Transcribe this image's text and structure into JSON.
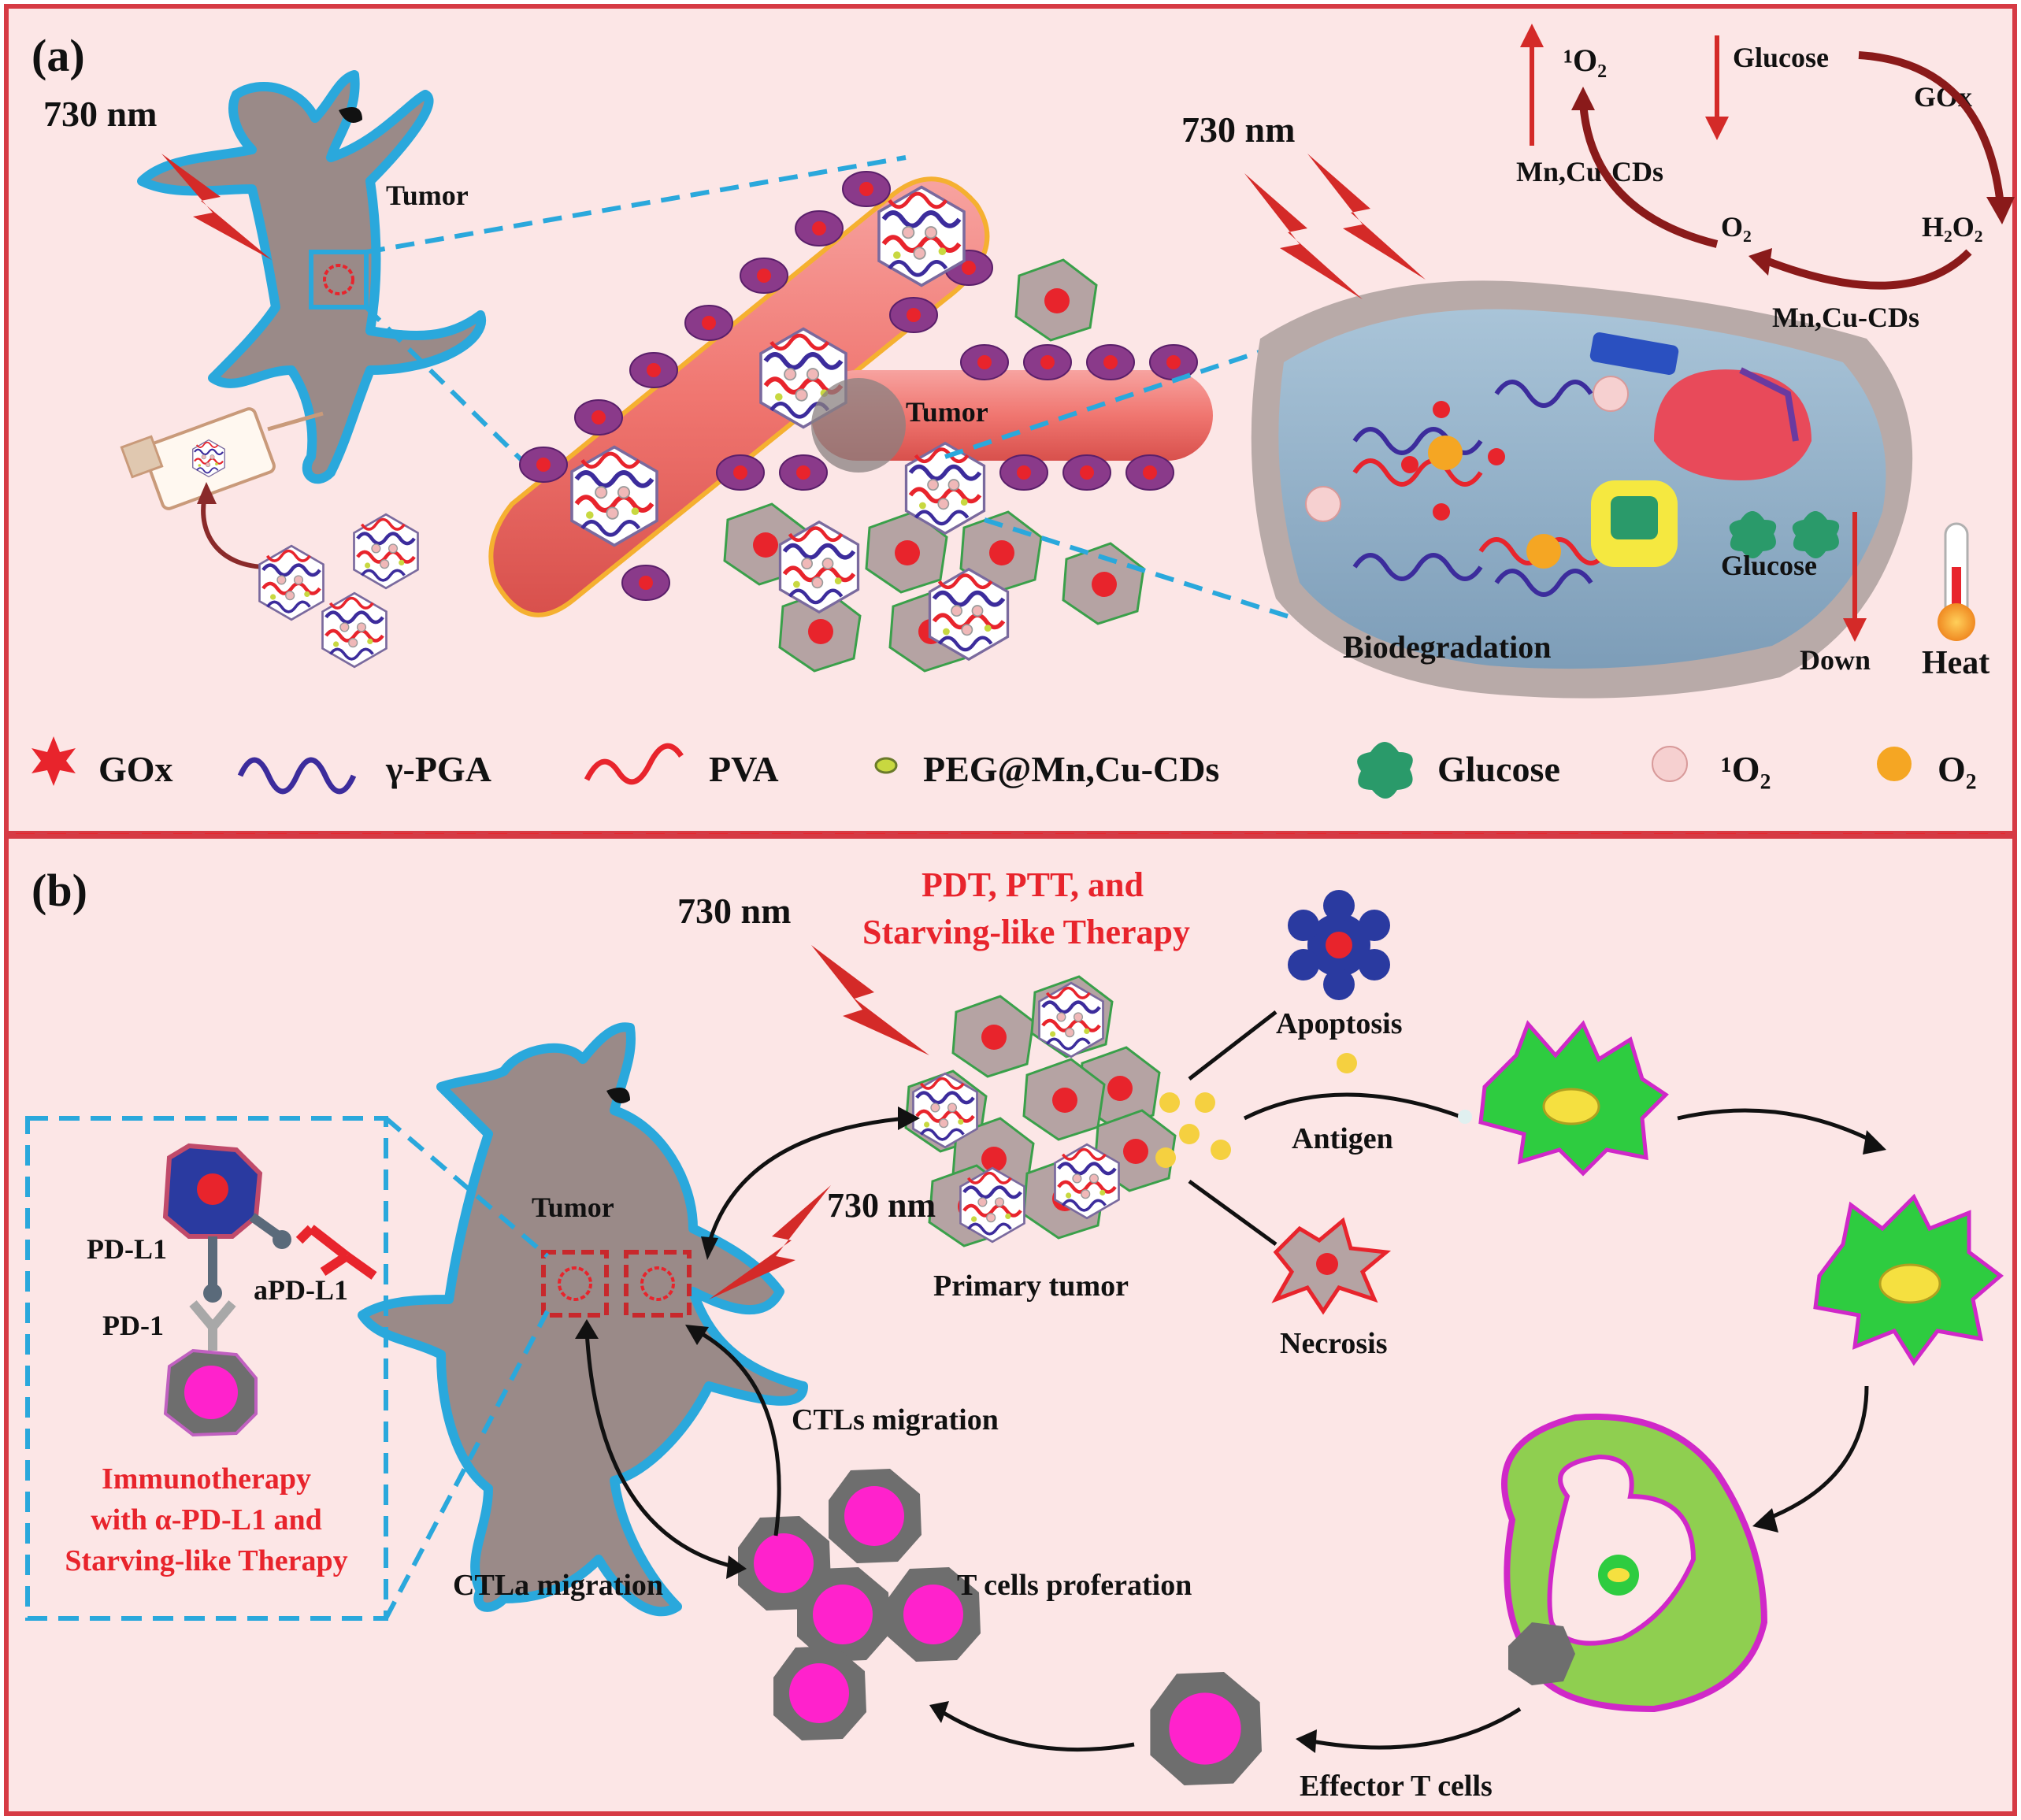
{
  "panel_a": {
    "label": "(a)",
    "wavelength_left": "730 nm",
    "wavelength_cell": "730 nm",
    "tumor_label_mouse": "Tumor",
    "tumor_label_vessel": "Tumor",
    "biodegradation": "Biodegradation",
    "cell_glucose": "Glucose",
    "down": "Down",
    "heat": "Heat",
    "reaction": {
      "singlet_oxygen": "¹O₂",
      "glucose": "Glucose",
      "gox": "GOx",
      "catalyst_top": "Mn,Cu-CDs",
      "oxygen": "O₂",
      "hydrogen_peroxide": "H₂O₂",
      "catalyst_bottom": "Mn,Cu-CDs"
    },
    "legend": [
      {
        "icon": "gox-icon",
        "label": "GOx"
      },
      {
        "icon": "pga-icon",
        "label": "γ-PGA"
      },
      {
        "icon": "pva-icon",
        "label": "PVA"
      },
      {
        "icon": "cds-icon",
        "label": "PEG@Mn,Cu-CDs"
      },
      {
        "icon": "glucose-icon",
        "label": "Glucose"
      },
      {
        "icon": "singlet-oxygen-icon",
        "label": "¹O₂"
      },
      {
        "icon": "oxygen-icon",
        "label": "O₂"
      }
    ]
  },
  "panel_b": {
    "label": "(b)",
    "therapy_line1": "PDT, PTT, and",
    "therapy_line2": "Starving-like Therapy",
    "wavelength_top": "730 nm",
    "wavelength_mouse": "730 nm",
    "apoptosis": "Apoptosis",
    "antigen": "Antigen",
    "necrosis": "Necrosis",
    "primary_tumor": "Primary tumor",
    "tumor": "Tumor",
    "ctls_migration": "CTLs migration",
    "ctla_migration": "CTLa migration",
    "t_cells": "T cells proferation",
    "effector": "Effector T cells",
    "inset": {
      "pdl1": "PD-L1",
      "apdl1": "aPD-L1",
      "pd1": "PD-1",
      "caption_line1": "Immunotherapy",
      "caption_line2": "with α-PD-L1 and",
      "caption_line3": "Starving-like Therapy"
    }
  },
  "colors": {
    "background": "#fce6e6",
    "frame": "#d63a44",
    "mouse_body": "#9a8a88",
    "mouse_outline": "#2aa8dc",
    "dashed_blue": "#2aa8dc",
    "red_text": "#e8242c",
    "lightning": "#d42a28",
    "dendritic_cell": "#2ecc40",
    "t_cell": "#ff22cc",
    "gray_ring": "#6e6e6e"
  }
}
